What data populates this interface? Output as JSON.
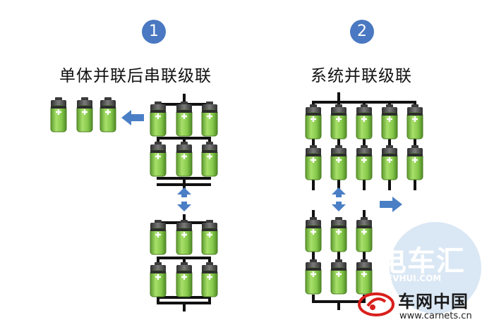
{
  "sections": [
    {
      "number": "1",
      "title": "单体并联后串联级联"
    },
    {
      "number": "2",
      "title": "系统并联级联"
    }
  ],
  "watermark": {
    "brand": "电车汇",
    "domain": "EVHUI.COM",
    "site_name": "车网中国",
    "site_url": "www.carnets.cn"
  },
  "colors": {
    "badge": "#4a78c2",
    "arrow": "#4a7fc6",
    "wire": "#111111",
    "battery_green": "#8fd14f",
    "battery_cap": "#4d4d4d"
  }
}
